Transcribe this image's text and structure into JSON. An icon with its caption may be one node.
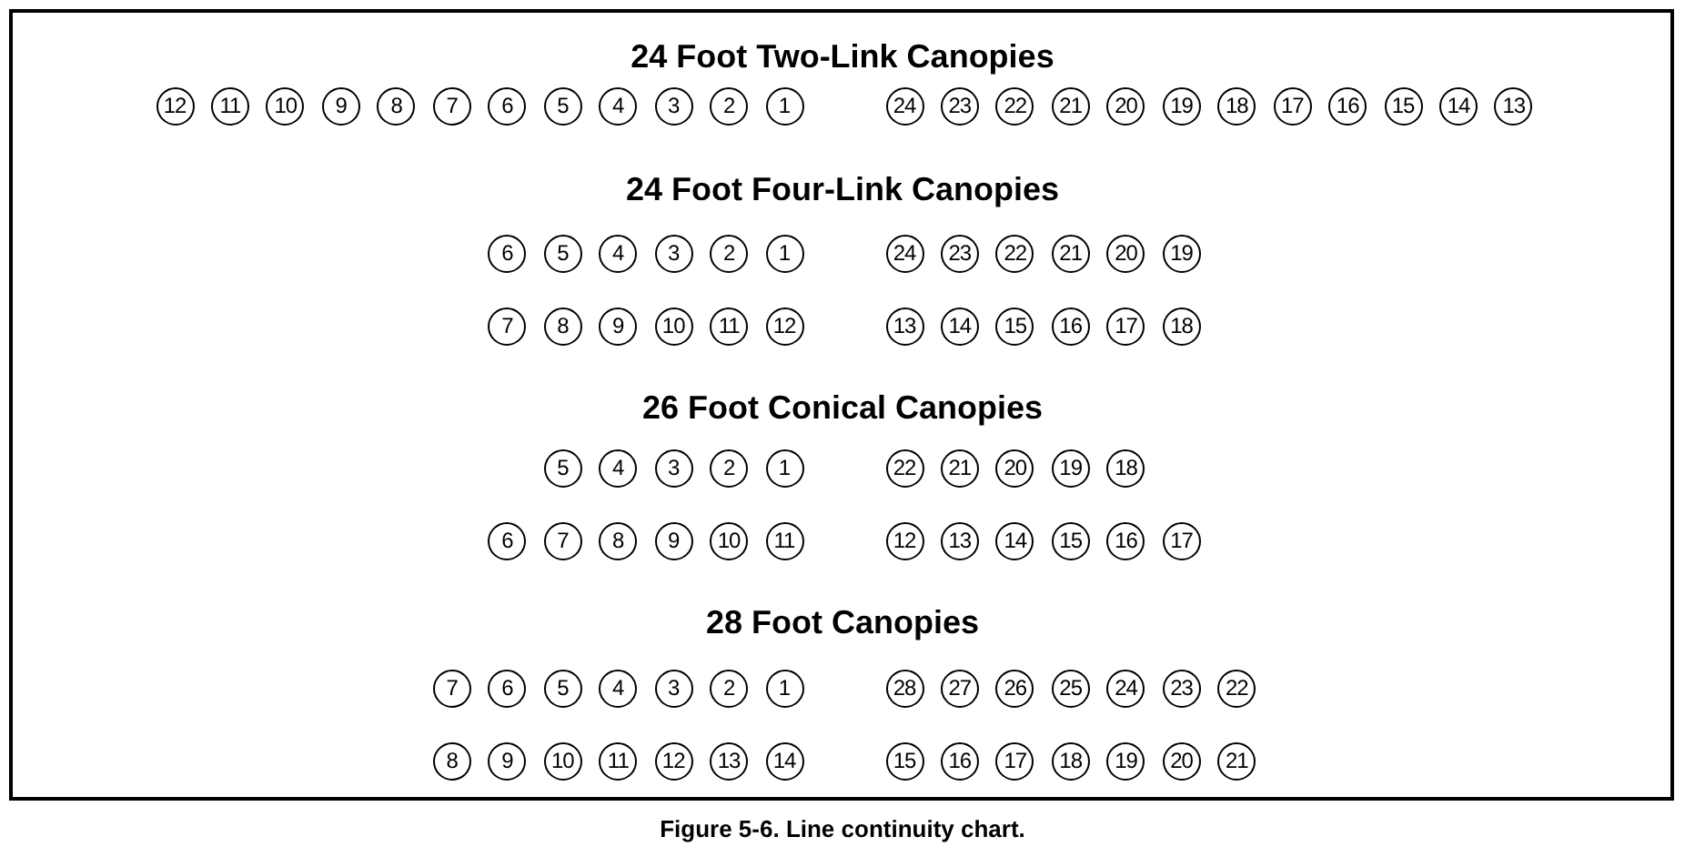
{
  "diagram": {
    "caption": "Figure 5-6. Line continuity chart.",
    "labels": [
      "24 Foot Two-Link Canopies",
      "24 Foot Four-Link Canopies",
      "26 Foot Conical Canopies",
      "28 Foot Canopies"
    ],
    "nodes": [
      {
        "text": [
          "12"
        ]
      },
      {
        "text": [
          "11"
        ]
      },
      {
        "text": [
          "10"
        ]
      },
      {
        "text": [
          "9"
        ]
      },
      {
        "text": [
          "8"
        ]
      },
      {
        "text": [
          "7"
        ]
      },
      {
        "text": [
          "6"
        ]
      },
      {
        "text": [
          "5"
        ]
      },
      {
        "text": [
          "4"
        ]
      },
      {
        "text": [
          "3"
        ]
      },
      {
        "text": [
          "2"
        ]
      },
      {
        "text": [
          "1"
        ]
      },
      {
        "text": [
          "24"
        ]
      },
      {
        "text": [
          "23"
        ]
      },
      {
        "text": [
          "22"
        ]
      },
      {
        "text": [
          "21"
        ]
      },
      {
        "text": [
          "20"
        ]
      },
      {
        "text": [
          "19"
        ]
      },
      {
        "text": [
          "18"
        ]
      },
      {
        "text": [
          "17"
        ]
      },
      {
        "text": [
          "16"
        ]
      },
      {
        "text": [
          "15"
        ]
      },
      {
        "text": [
          "14"
        ]
      },
      {
        "text": [
          "13"
        ]
      },
      {
        "text": [
          "6"
        ]
      },
      {
        "text": [
          "5"
        ]
      },
      {
        "text": [
          "4"
        ]
      },
      {
        "text": [
          "3"
        ]
      },
      {
        "text": [
          "2"
        ]
      },
      {
        "text": [
          "1"
        ]
      },
      {
        "text": [
          "24"
        ]
      },
      {
        "text": [
          "23"
        ]
      },
      {
        "text": [
          "22"
        ]
      },
      {
        "text": [
          "21"
        ]
      },
      {
        "text": [
          "20"
        ]
      },
      {
        "text": [
          "19"
        ]
      },
      {
        "text": [
          "7"
        ]
      },
      {
        "text": [
          "8"
        ]
      },
      {
        "text": [
          "9"
        ]
      },
      {
        "text": [
          "10"
        ]
      },
      {
        "text": [
          "11"
        ]
      },
      {
        "text": [
          "12"
        ]
      },
      {
        "text": [
          "13"
        ]
      },
      {
        "text": [
          "14"
        ]
      },
      {
        "text": [
          "15"
        ]
      },
      {
        "text": [
          "16"
        ]
      },
      {
        "text": [
          "17"
        ]
      },
      {
        "text": [
          "18"
        ]
      },
      {
        "text": [
          "5"
        ]
      },
      {
        "text": [
          "4"
        ]
      },
      {
        "text": [
          "3"
        ]
      },
      {
        "text": [
          "2"
        ]
      },
      {
        "text": [
          "1"
        ]
      },
      {
        "text": [
          "22"
        ]
      },
      {
        "text": [
          "21"
        ]
      },
      {
        "text": [
          "20"
        ]
      },
      {
        "text": [
          "19"
        ]
      },
      {
        "text": [
          "18"
        ]
      },
      {
        "text": [
          "6"
        ]
      },
      {
        "text": [
          "7"
        ]
      },
      {
        "text": [
          "8"
        ]
      },
      {
        "text": [
          "9"
        ]
      },
      {
        "text": [
          "10"
        ]
      },
      {
        "text": [
          "11"
        ]
      },
      {
        "text": [
          "12"
        ]
      },
      {
        "text": [
          "13"
        ]
      },
      {
        "text": [
          "14"
        ]
      },
      {
        "text": [
          "15"
        ]
      },
      {
        "text": [
          "16"
        ]
      },
      {
        "text": [
          "17"
        ]
      },
      {
        "text": [
          "7"
        ]
      },
      {
        "text": [
          "6"
        ]
      },
      {
        "text": [
          "5"
        ]
      },
      {
        "text": [
          "4"
        ]
      },
      {
        "text": [
          "3"
        ]
      },
      {
        "text": [
          "2"
        ]
      },
      {
        "text": [
          "1"
        ]
      },
      {
        "text": [
          "28"
        ]
      },
      {
        "text": [
          "27"
        ]
      },
      {
        "text": [
          "26"
        ]
      },
      {
        "text": [
          "25"
        ]
      },
      {
        "text": [
          "24"
        ]
      },
      {
        "text": [
          "23"
        ]
      },
      {
        "text": [
          "22"
        ]
      },
      {
        "text": [
          "8"
        ]
      },
      {
        "text": [
          "9"
        ]
      },
      {
        "text": [
          "10"
        ]
      },
      {
        "text": [
          "11"
        ]
      },
      {
        "text": [
          "12"
        ]
      },
      {
        "text": [
          "13"
        ]
      },
      {
        "text": [
          "14"
        ]
      },
      {
        "text": [
          "15"
        ]
      },
      {
        "text": [
          "16"
        ]
      },
      {
        "text": [
          "17"
        ]
      },
      {
        "text": [
          "18"
        ]
      },
      {
        "text": [
          "19"
        ]
      },
      {
        "text": [
          "20"
        ]
      },
      {
        "text": [
          "21"
        ]
      }
    ]
  }
}
